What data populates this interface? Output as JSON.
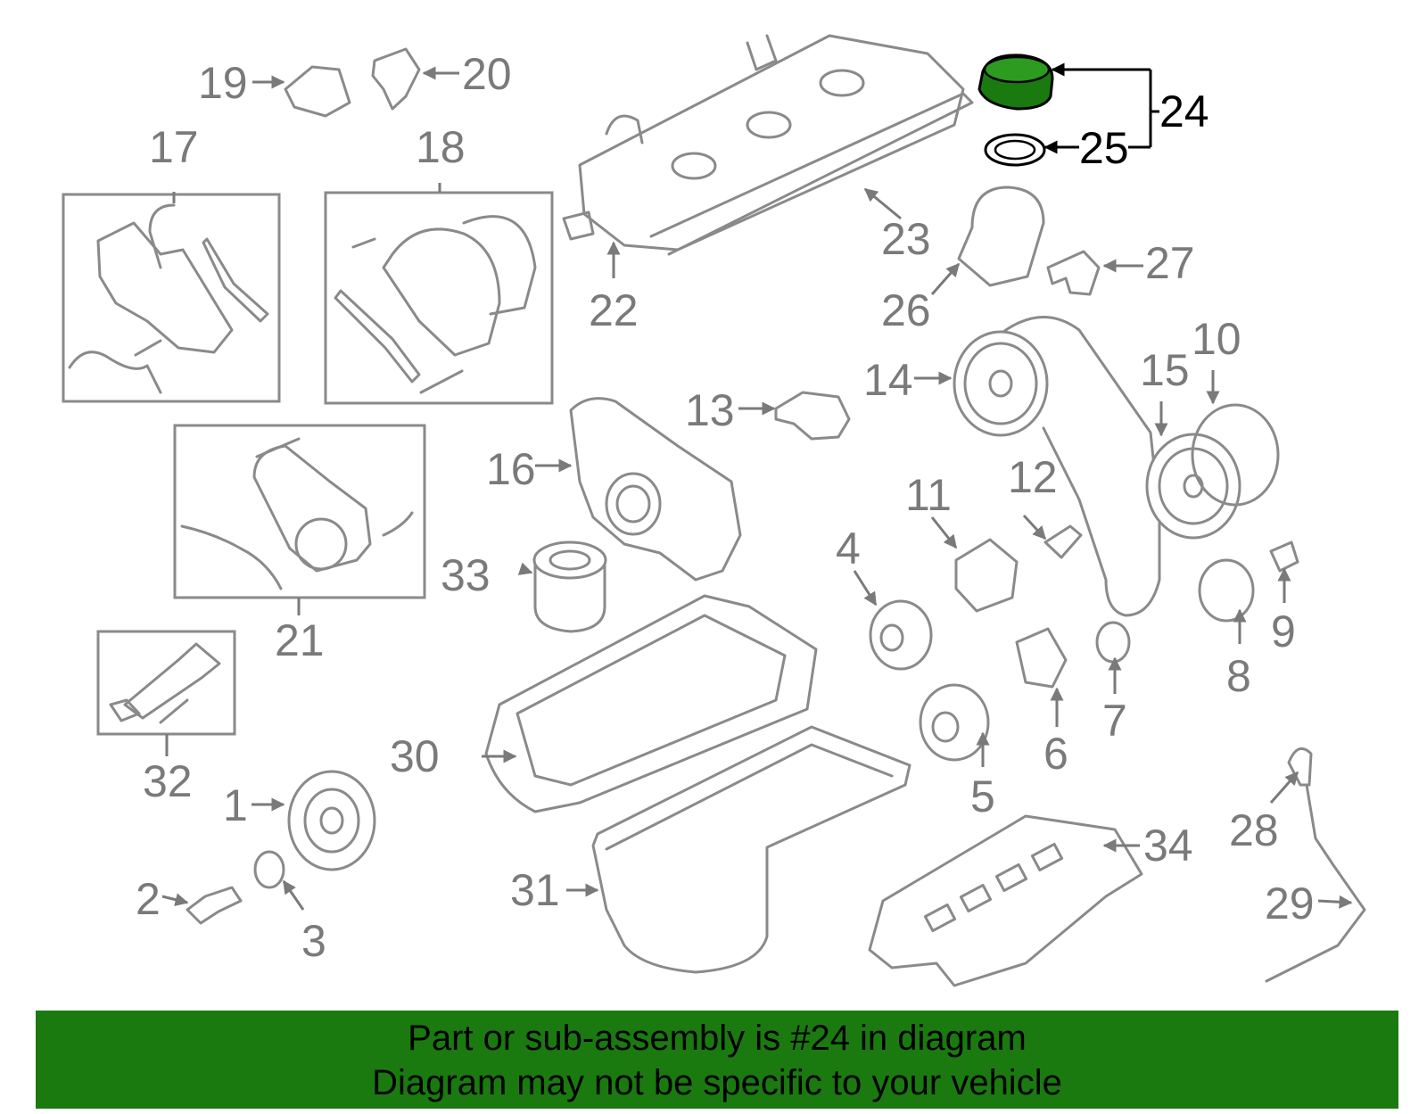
{
  "highlight_part": "24",
  "highlight_color": "#1a7a10",
  "callouts": [
    "1",
    "2",
    "3",
    "4",
    "5",
    "6",
    "7",
    "8",
    "9",
    "10",
    "11",
    "12",
    "13",
    "14",
    "15",
    "16",
    "17",
    "18",
    "19",
    "20",
    "21",
    "22",
    "23",
    "24",
    "25",
    "26",
    "27",
    "28",
    "29",
    "30",
    "31",
    "32",
    "33",
    "34"
  ],
  "banner": {
    "line1": "Part or sub-assembly is #24 in diagram",
    "line2": "Diagram may not be specific to your vehicle",
    "background": "#1a7a10"
  }
}
